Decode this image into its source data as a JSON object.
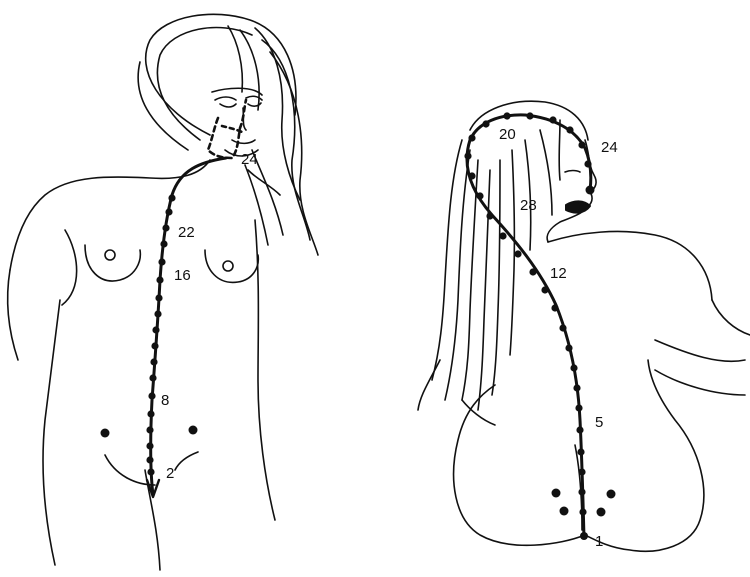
{
  "colors": {
    "ink": "#111111",
    "background": "#ffffff"
  },
  "front_figure": {
    "labels": [
      "24",
      "22",
      "16",
      "8",
      "2"
    ]
  },
  "back_figure": {
    "labels": [
      "20",
      "24",
      "28",
      "12",
      "5",
      "1"
    ]
  }
}
